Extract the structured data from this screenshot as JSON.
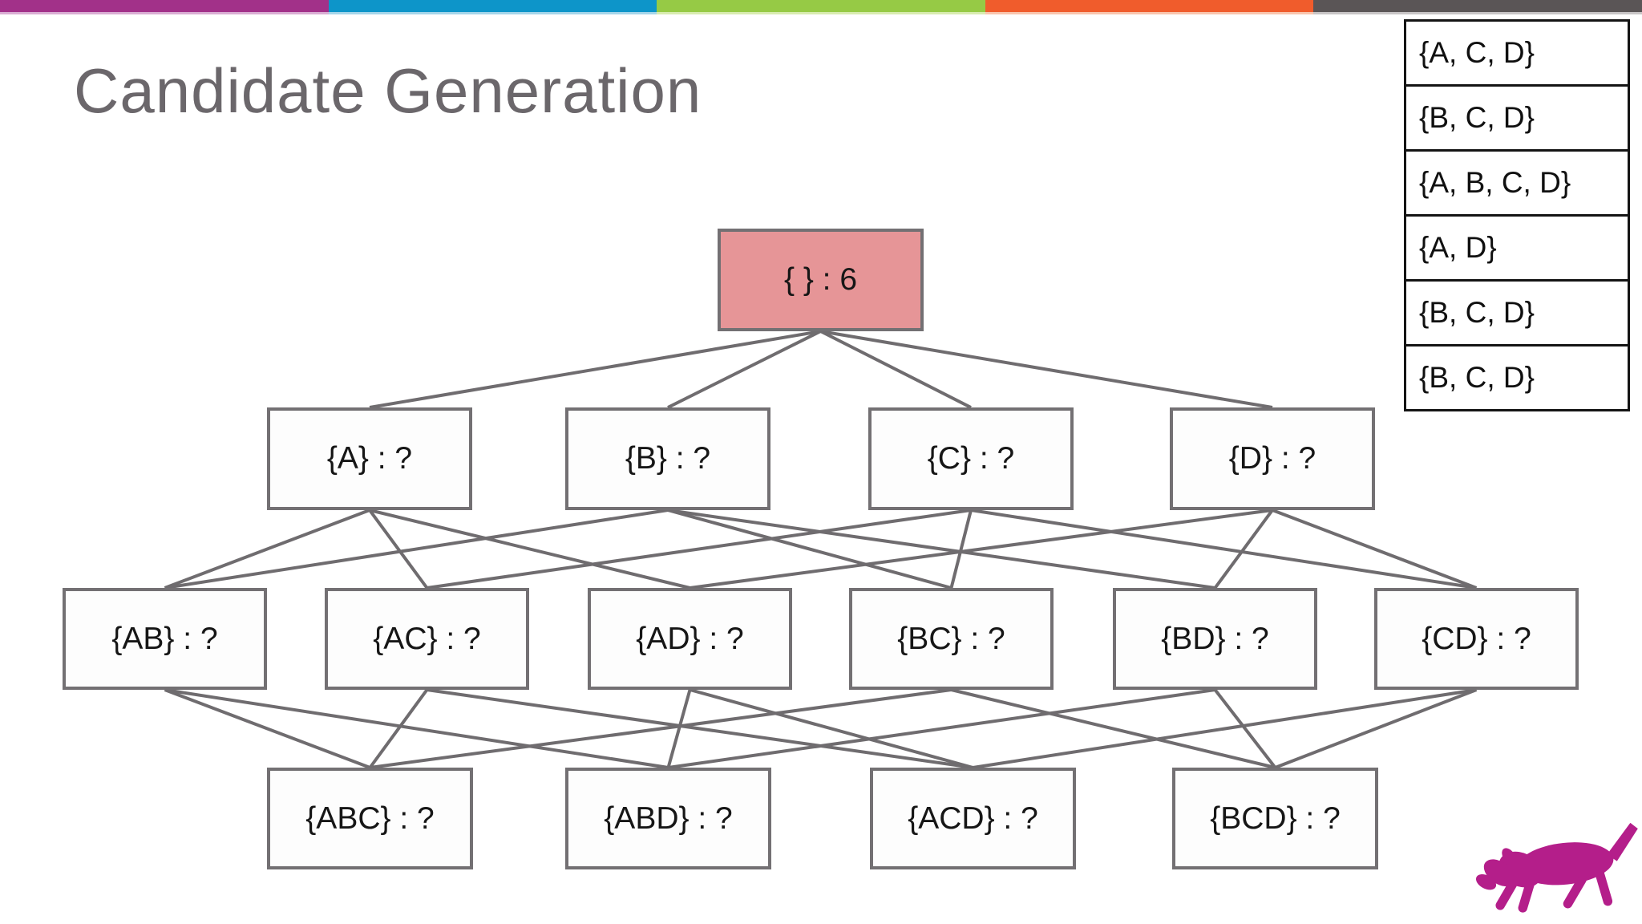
{
  "slide": {
    "title": "Candidate Generation"
  },
  "top_bar": {
    "segments": [
      {
        "name": "magenta",
        "fill": "#a23189",
        "edge": "#d9aed3"
      },
      {
        "name": "blue",
        "fill": "#0d95c9",
        "edge": "#a5d6ea"
      },
      {
        "name": "green",
        "fill": "#96ca45",
        "edge": "#d8ecb0"
      },
      {
        "name": "orange",
        "fill": "#f05c2c",
        "edge": "#f9c5ae"
      },
      {
        "name": "gray",
        "fill": "#5a5556",
        "edge": "#c8c5c6"
      }
    ]
  },
  "transactions_table": {
    "rows": [
      "{A, C, D}",
      "{B, C, D}",
      "{A, B, C, D}",
      "{A, D}",
      "{B, C, D}",
      "{B, C, D}"
    ]
  },
  "lattice": {
    "stroke_color": "#6f6c6f",
    "root_fill": "#e69597",
    "nodes": [
      {
        "id": "root",
        "label": "{ } : 6",
        "highlight": true
      },
      {
        "id": "A",
        "label": "{A} : ?"
      },
      {
        "id": "B",
        "label": "{B} : ?"
      },
      {
        "id": "C",
        "label": "{C} : ?"
      },
      {
        "id": "D",
        "label": "{D} : ?"
      },
      {
        "id": "AB",
        "label": "{AB} : ?"
      },
      {
        "id": "AC",
        "label": "{AC} : ?"
      },
      {
        "id": "AD",
        "label": "{AD} : ?"
      },
      {
        "id": "BC",
        "label": "{BC} : ?"
      },
      {
        "id": "BD",
        "label": "{BD} : ?"
      },
      {
        "id": "CD",
        "label": "{CD} : ?"
      },
      {
        "id": "ABC",
        "label": "{ABC} : ?"
      },
      {
        "id": "ABD",
        "label": "{ABD} : ?"
      },
      {
        "id": "ACD",
        "label": "{ACD} : ?"
      },
      {
        "id": "BCD",
        "label": "{BCD} : ?"
      }
    ],
    "edges": [
      [
        "root",
        "A"
      ],
      [
        "root",
        "B"
      ],
      [
        "root",
        "C"
      ],
      [
        "root",
        "D"
      ],
      [
        "A",
        "AB"
      ],
      [
        "A",
        "AC"
      ],
      [
        "A",
        "AD"
      ],
      [
        "B",
        "AB"
      ],
      [
        "B",
        "BC"
      ],
      [
        "B",
        "BD"
      ],
      [
        "C",
        "AC"
      ],
      [
        "C",
        "BC"
      ],
      [
        "C",
        "CD"
      ],
      [
        "D",
        "AD"
      ],
      [
        "D",
        "BD"
      ],
      [
        "D",
        "CD"
      ],
      [
        "AB",
        "ABC"
      ],
      [
        "AB",
        "ABD"
      ],
      [
        "AC",
        "ABC"
      ],
      [
        "AC",
        "ACD"
      ],
      [
        "AD",
        "ABD"
      ],
      [
        "AD",
        "ACD"
      ],
      [
        "BC",
        "ABC"
      ],
      [
        "BC",
        "BCD"
      ],
      [
        "BD",
        "ABD"
      ],
      [
        "BD",
        "BCD"
      ],
      [
        "CD",
        "ACD"
      ],
      [
        "CD",
        "BCD"
      ]
    ]
  },
  "logo": {
    "name": "dog-logo",
    "color": "#b41e8a"
  }
}
